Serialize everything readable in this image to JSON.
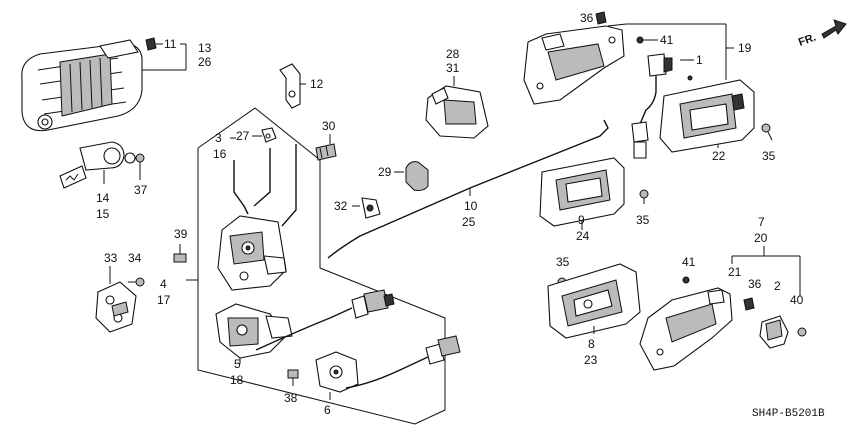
{
  "diagram": {
    "code": "SH4P-B5201B",
    "direction_label": "FR.",
    "labels": {
      "n11": "11",
      "n13": "13",
      "n26": "26",
      "n12": "12",
      "n14": "14",
      "n15": "15",
      "n37": "37",
      "n3": "3",
      "n16": "16",
      "n27": "27",
      "n30": "30",
      "n28": "28",
      "n31": "31",
      "n29": "29",
      "n32": "32",
      "n10": "10",
      "n25": "25",
      "n39": "39",
      "n33": "33",
      "n34": "34",
      "n4": "4",
      "n17": "17",
      "n5": "5",
      "n18": "18",
      "n38": "38",
      "n6": "6",
      "n36a": "36",
      "n41a": "41",
      "n1": "1",
      "n19": "19",
      "n22": "22",
      "n35a": "35",
      "n9": "9",
      "n24": "24",
      "n35b": "35",
      "n35c": "35",
      "n8": "8",
      "n23": "23",
      "n7": "7",
      "n20": "20",
      "n41b": "41",
      "n21": "21",
      "n36b": "36",
      "n2": "2",
      "n40": "40"
    }
  }
}
